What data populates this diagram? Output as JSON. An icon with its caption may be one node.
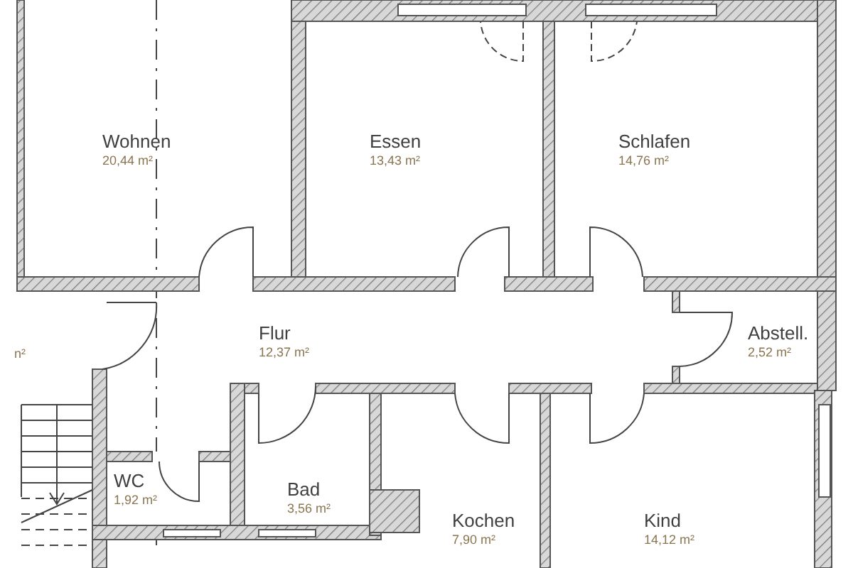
{
  "diagram": {
    "nodes": [
      {
        "text": [
          "Wohnen",
          "20,44 m²"
        ]
      },
      {
        "text": [
          "Essen",
          "13,43 m²"
        ]
      },
      {
        "text": [
          "Schlafen",
          "14,76 m²"
        ]
      },
      {
        "text": [
          "Flur",
          "12,37 m²"
        ]
      },
      {
        "text": [
          "Abstell.",
          "2,52 m²"
        ]
      },
      {
        "text": [
          "WC",
          "1,92 m²"
        ]
      },
      {
        "text": [
          "Bad",
          "3,56 m²"
        ]
      },
      {
        "text": [
          "Kochen",
          "7,90 m²"
        ]
      },
      {
        "text": [
          "Kind",
          "14,12 m²"
        ]
      }
    ],
    "edges": [],
    "labels": [
      "n²"
    ]
  }
}
